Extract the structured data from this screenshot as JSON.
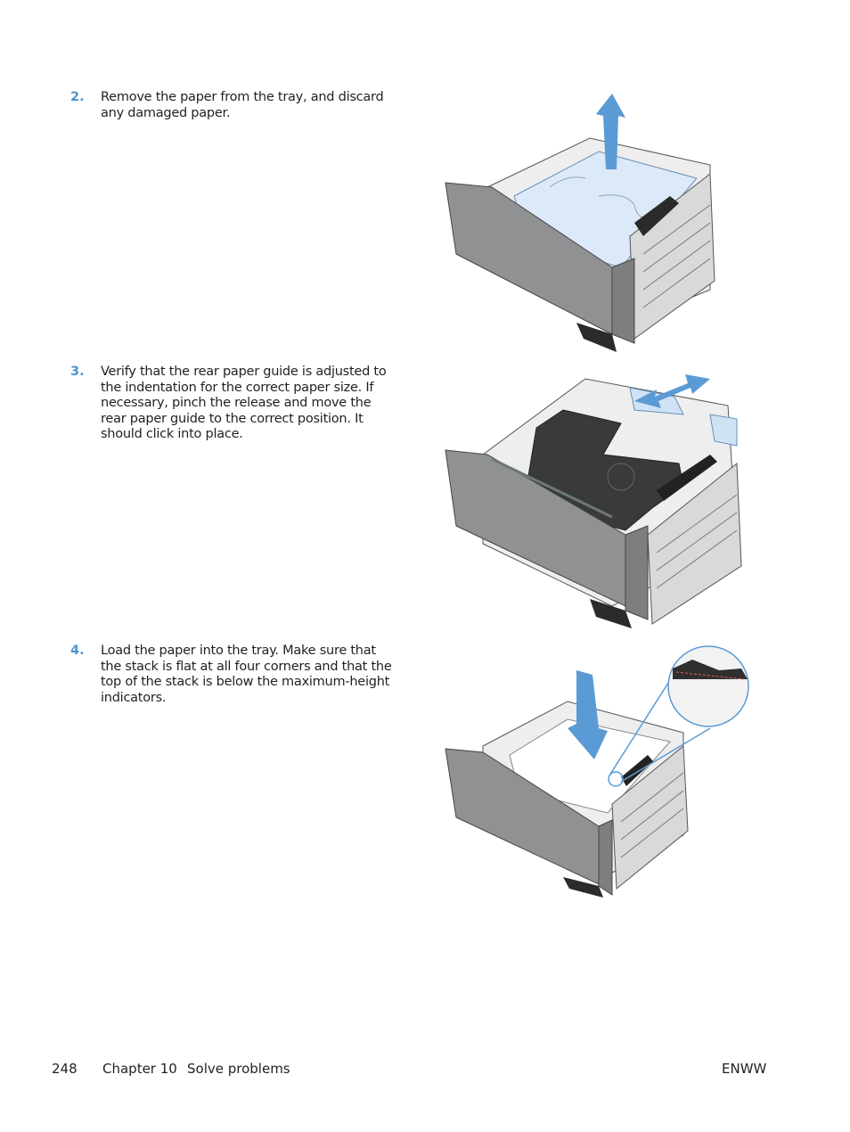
{
  "steps": [
    {
      "number": "2.",
      "text": "Remove the paper from the tray, and discard any damaged paper.",
      "illustration": "tray-remove-paper-up-arrow"
    },
    {
      "number": "3.",
      "text": "Verify that the rear paper guide is adjusted to the indentation for the correct paper size. If necessary, pinch the release and move the rear paper guide to the correct position. It should click into place.",
      "illustration": "tray-rear-guide-double-arrow"
    },
    {
      "number": "4.",
      "text": "Load the paper into the tray. Make sure that the stack is flat at all four corners and that the top of the stack is below the maximum-height indicators.",
      "illustration": "tray-load-paper-down-arrow-with-magnifier"
    }
  ],
  "footer": {
    "page_number": "248",
    "chapter": "Chapter 10",
    "chapter_title": "Solve problems",
    "locale": "ENWW"
  },
  "colors": {
    "accent_blue": "#4a95d0",
    "arrow_blue": "#5b9bd5",
    "paper_blue": "#dce9f8",
    "tray_gray": "#8e8f91"
  }
}
